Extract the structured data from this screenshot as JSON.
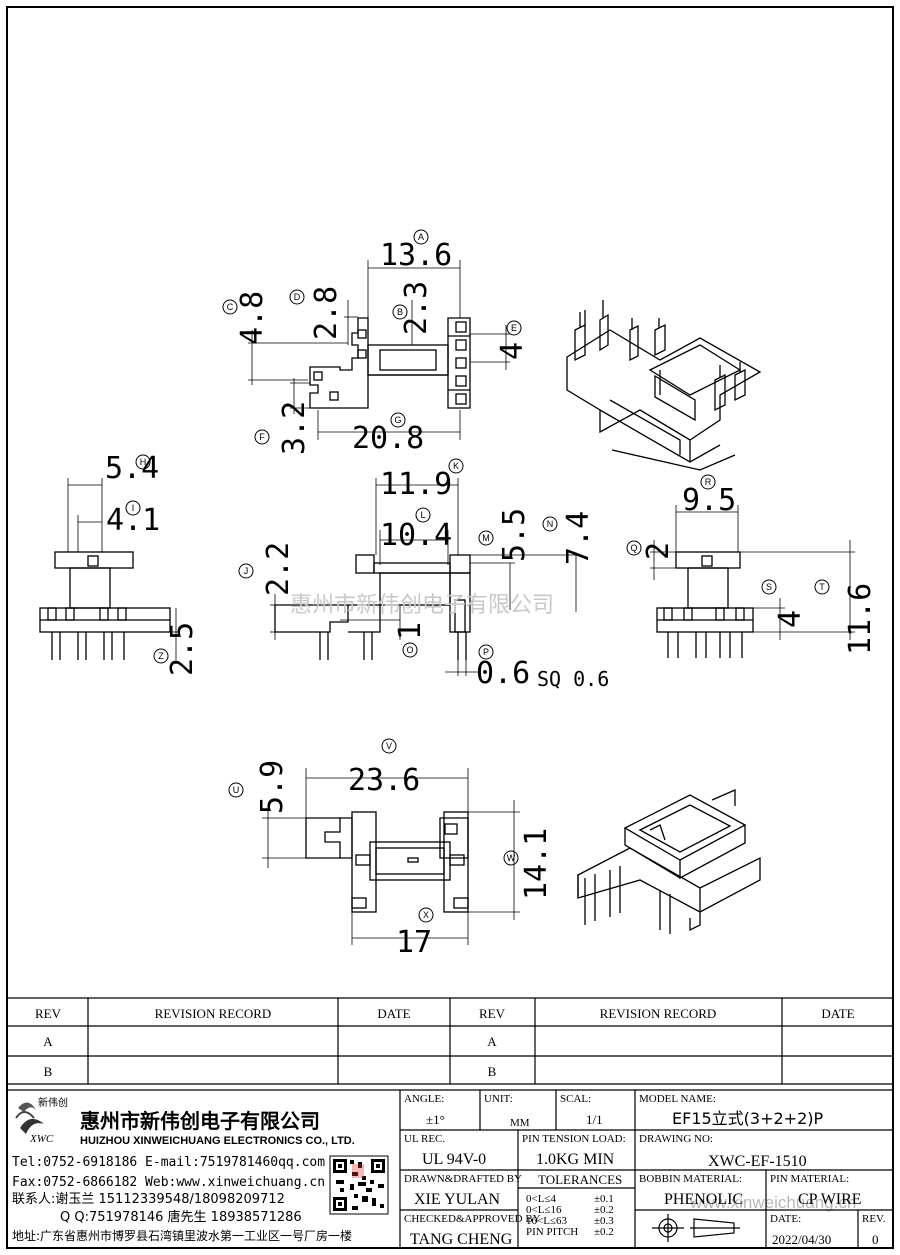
{
  "watermark": "惠州市新伟创电子有限公司",
  "watermark_url": "www.xinweichuang.cn",
  "dims": {
    "A": "13.6",
    "B": "2.3",
    "C": "4.8",
    "D": "2.8",
    "E": "4",
    "F": "3.2",
    "G": "20.8",
    "H": "5.4",
    "I": "4.1",
    "J": "2.2",
    "K": "11.9",
    "L": "10.4",
    "M": "5.5",
    "N": "7.4",
    "O": "1",
    "P": "0.6",
    "P_note": "SQ 0.6",
    "Q": "2",
    "R": "9.5",
    "S": "4",
    "T": "11.6",
    "U": "5.9",
    "V": "23.6",
    "W": "14.1",
    "X": "17",
    "Z": "2.5"
  },
  "revision": {
    "headers": [
      "REV",
      "REVISION RECORD",
      "DATE",
      "REV",
      "REVISION RECORD",
      "DATE"
    ],
    "rows": [
      [
        "A",
        "",
        "",
        "A",
        "",
        ""
      ],
      [
        "B",
        "",
        "",
        "B",
        "",
        ""
      ]
    ]
  },
  "company": {
    "logo_text": "新伟创",
    "logo_abbr": "XWC",
    "name_cn": "惠州市新伟创电子有限公司",
    "name_en": "HUIZHOU XINWEICHUANG ELECTRONICS CO., LTD.",
    "tel": "Tel:0752-6918186 E-mail:7519781460qq.com",
    "fax": "Fax:0752-6866182 Web:www.xinweichuang.cn",
    "contact": "联系人:谢玉兰 15112339548/18098209712",
    "qq": "Q Q:751978146     唐先生 18938571286",
    "address": "地址:广东省惠州市博罗县石湾镇里波水第一工业区一号厂房一楼"
  },
  "title_block": {
    "angle_label": "ANGLE:",
    "angle": "±1°",
    "unit_label": "UNIT:",
    "unit": "MM",
    "scal_label": "SCAL:",
    "scal": "1/1",
    "model_label": "MODEL NAME:",
    "model": "EF15立式(3+2+2)P",
    "ul_label": "UL REC.",
    "ul": "UL 94V-0",
    "pin_tension_label": "PIN TENSION LOAD:",
    "pin_tension": "1.0KG MIN",
    "drawing_no_label": "DRAWING NO:",
    "drawing_no": "XWC-EF-1510",
    "drawn_label": "DRAWN&DRAFTED BY",
    "drawn": "XIE YULAN",
    "tolerances_label": "TOLERANCES",
    "tol_ranges": [
      "0<L≤4",
      "0<L≤16",
      "16<L≤63",
      "PIN PITCH"
    ],
    "tol_values": [
      "±0.1",
      "±0.2",
      "±0.3",
      "±0.2"
    ],
    "bobbin_label": "BOBBIN MATERIAL:",
    "bobbin": "PHENOLIC",
    "pin_mat_label": "PIN MATERIAL:",
    "pin_mat": "CP WIRE",
    "checked_label": "CHECKED&APPROVED BY",
    "checked": "TANG CHENG",
    "date_label": "DATE:",
    "date": "2022/04/30",
    "rev_label": "REV.",
    "rev": "0"
  }
}
